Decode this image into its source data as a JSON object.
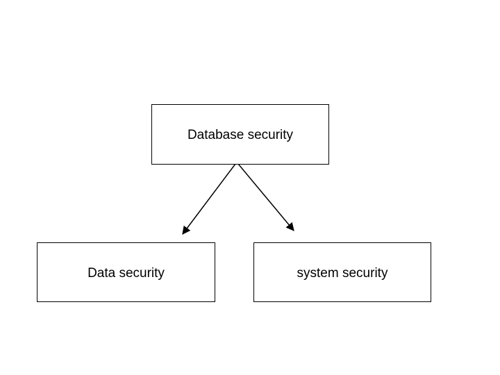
{
  "diagram": {
    "nodes": {
      "root": "Database security",
      "left": "Data security",
      "right": "system security"
    },
    "edges": [
      {
        "from": "root",
        "to": "left",
        "style": "arrow"
      },
      {
        "from": "root",
        "to": "right",
        "style": "arrow"
      }
    ],
    "colors": {
      "line": "#000000",
      "box_fill": "#ffffff",
      "text": "#000000"
    }
  }
}
